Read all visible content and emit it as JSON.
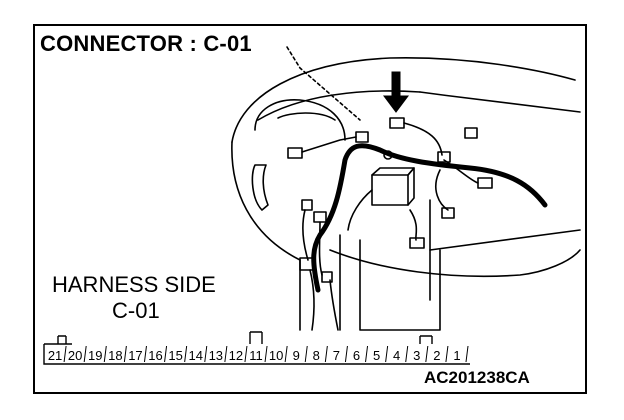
{
  "title": "CONNECTOR : C-01",
  "harness": {
    "label": "HARNESS SIDE",
    "connector": "C-01"
  },
  "figure_code": "AC201238CA",
  "pins": [
    "21",
    "20",
    "19",
    "18",
    "17",
    "16",
    "15",
    "14",
    "13",
    "12",
    "11",
    "10",
    "9",
    "8",
    "7",
    "6",
    "5",
    "4",
    "3",
    "2",
    "1"
  ],
  "colors": {
    "line": "#000000",
    "background": "#ffffff"
  }
}
